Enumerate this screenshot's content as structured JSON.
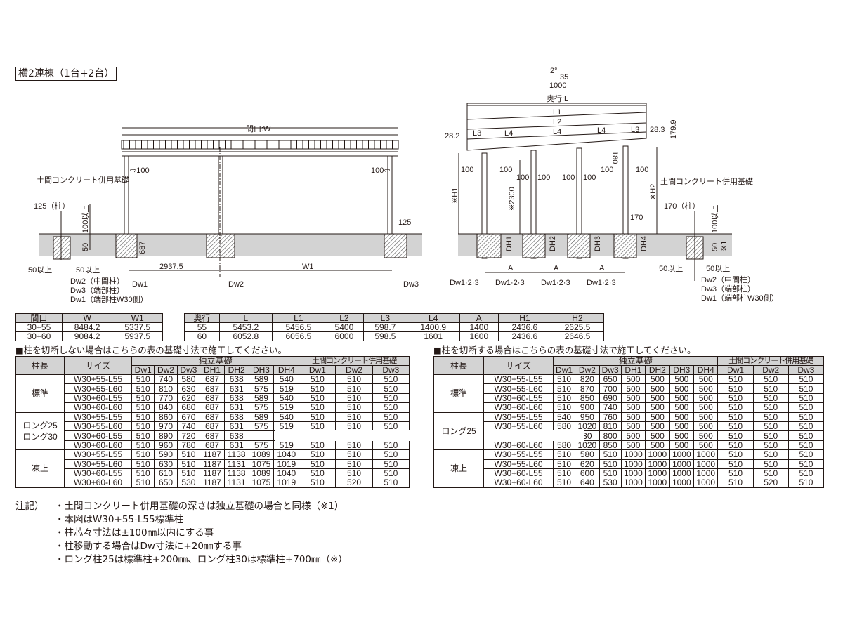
{
  "title": "横2連棟（1台+2台）",
  "front_view": {
    "width_label": "間口:W",
    "label_100_left": "⇨100",
    "label_100_right": "100⇦",
    "foundation_label": "土間コンクリート併用基礎",
    "post_125_label": "125（柱）",
    "min_100": "100以上",
    "dim_50": "50",
    "min_50_left": "50以上",
    "min_50_right": "50以上",
    "dim_687": "687",
    "dim_125": "125",
    "dim_2937": "2937.5",
    "w1": "W1",
    "dw1": "Dw1",
    "dw2": "Dw2",
    "dw3": "Dw3",
    "legend": [
      "Dw2（中間柱）",
      "Dw3（端部柱）",
      "Dw1（端部柱W30側）"
    ]
  },
  "side_view": {
    "slope_deg": "2°",
    "slope_rise": "35",
    "slope_run": "1000",
    "depth_label": "奥行:L",
    "l1": "L1",
    "l2": "L2",
    "l3": "L3",
    "l4": "L4",
    "dim_28_2": "28.2",
    "dim_28_3": "28.3",
    "dim_179_9": "179.9",
    "dim_180": "180",
    "label_100": "100",
    "h1": "※H1",
    "h2": "※H2",
    "h2300": "※2300",
    "dim_170": "170",
    "foundation_label": "土間コンクリート併用基礎",
    "post_170_label": "170（柱）",
    "min_100": "100以上",
    "dim_50": "50",
    "note1": "※1",
    "min_50_left": "50以上",
    "min_50_right": "50以上",
    "dh": [
      "DH1",
      "DH2",
      "DH3",
      "DH4"
    ],
    "a": "A",
    "dw123": "Dw1·2·3",
    "legend": [
      "Dw2（中間柱）",
      "Dw3（端部柱）",
      "Dw1（端部柱W30側）"
    ]
  },
  "width_table": {
    "headers": [
      "間口",
      "W",
      "W1"
    ],
    "rows": [
      [
        "30+55",
        "8484.2",
        "5337.5"
      ],
      [
        "30+60",
        "9084.2",
        "5937.5"
      ]
    ]
  },
  "depth_table": {
    "headers": [
      "奥行",
      "L",
      "L1",
      "L2",
      "L3",
      "L4",
      "A",
      "H1",
      "H2"
    ],
    "rows": [
      [
        "55",
        "5453.2",
        "5456.5",
        "5400",
        "598.7",
        "1400.9",
        "1400",
        "2436.6",
        "2625.5"
      ],
      [
        "60",
        "6052.8",
        "6056.5",
        "6000",
        "598.5",
        "1601",
        "1600",
        "2436.6",
        "2646.5"
      ]
    ]
  },
  "table_uncut": {
    "caption": "■柱を切断しない場合はこちらの表の基礎寸法で施工してください。",
    "h_post": "柱長",
    "h_size": "サイズ",
    "h_indep": "独立基礎",
    "h_slab": "土間コンクリート併用基礎",
    "cols": [
      "Dw1",
      "Dw2",
      "Dw3",
      "DH1",
      "DH2",
      "DH3",
      "DH4",
      "Dw1",
      "Dw2",
      "Dw3"
    ],
    "groups": [
      {
        "name": "標準",
        "rows": [
          [
            "W30+55-L55",
            "510",
            "740",
            "580",
            "687",
            "638",
            "589",
            "540",
            "510",
            "510",
            "510"
          ],
          [
            "W30+55-L60",
            "510",
            "810",
            "630",
            "687",
            "631",
            "575",
            "519",
            "510",
            "510",
            "510"
          ],
          [
            "W30+60-L55",
            "510",
            "770",
            "620",
            "687",
            "638",
            "589",
            "540",
            "510",
            "510",
            "510"
          ],
          [
            "W30+60-L60",
            "510",
            "840",
            "680",
            "687",
            "631",
            "575",
            "519",
            "510",
            "510",
            "510"
          ]
        ]
      },
      {
        "name": "ロング25\nロング30",
        "rows": [
          [
            "W30+55-L55",
            "510",
            "860",
            "670",
            "687",
            "638",
            "589",
            "540",
            "510",
            "510",
            "510"
          ],
          [
            "W30+55-L60",
            "510",
            "970",
            "740",
            "687",
            "631",
            "575",
            "519",
            "510",
            "510",
            "510"
          ],
          [
            "W30+60-L55",
            "510",
            "890",
            "720",
            "687",
            "638",
            "",
            "",
            "",
            "",
            ""
          ],
          [
            "W30+60-L60",
            "510",
            "960",
            "780",
            "687",
            "631",
            "575",
            "519",
            "510",
            "510",
            "510"
          ]
        ]
      },
      {
        "name": "凍上",
        "rows": [
          [
            "W30+55-L55",
            "510",
            "590",
            "510",
            "1187",
            "1138",
            "1089",
            "1040",
            "510",
            "510",
            "510"
          ],
          [
            "W30+55-L60",
            "510",
            "630",
            "510",
            "1187",
            "1131",
            "1075",
            "1019",
            "510",
            "510",
            "510"
          ],
          [
            "W30+60-L55",
            "510",
            "610",
            "510",
            "1187",
            "1138",
            "1089",
            "1040",
            "510",
            "510",
            "510"
          ],
          [
            "W30+60-L60",
            "510",
            "650",
            "530",
            "1187",
            "1131",
            "1075",
            "1019",
            "510",
            "520",
            "510"
          ]
        ]
      }
    ]
  },
  "table_cut": {
    "caption": "■柱を切断する場合はこちらの表の基礎寸法で施工してください。",
    "h_post": "柱長",
    "h_size": "サイズ",
    "h_indep": "独立基礎",
    "h_slab": "土間コンクリート併用基礎",
    "cols": [
      "Dw1",
      "Dw2",
      "Dw3",
      "DH1",
      "DH2",
      "DH3",
      "DH4",
      "Dw1",
      "Dw2",
      "Dw3"
    ],
    "groups": [
      {
        "name": "標準",
        "rows": [
          [
            "W30+55-L55",
            "510",
            "820",
            "650",
            "500",
            "500",
            "500",
            "500",
            "510",
            "510",
            "510"
          ],
          [
            "W30+55-L60",
            "510",
            "870",
            "700",
            "500",
            "500",
            "500",
            "500",
            "510",
            "510",
            "510"
          ],
          [
            "W30+60-L55",
            "510",
            "850",
            "690",
            "500",
            "500",
            "500",
            "500",
            "510",
            "510",
            "510"
          ],
          [
            "W30+60-L60",
            "510",
            "900",
            "740",
            "500",
            "500",
            "500",
            "500",
            "510",
            "510",
            "510"
          ]
        ]
      },
      {
        "name": "ロング25",
        "rows": [
          [
            "W30+55-L55",
            "540",
            "950",
            "760",
            "500",
            "500",
            "500",
            "500",
            "510",
            "510",
            "510"
          ],
          [
            "W30+55-L60",
            "580",
            "1020",
            "810",
            "500",
            "500",
            "500",
            "500",
            "510",
            "510",
            "510"
          ],
          [
            "",
            "",
            "30",
            "800",
            "500",
            "500",
            "500",
            "500",
            "510",
            "510",
            "510"
          ],
          [
            "W30+60-L60",
            "580",
            "1020",
            "850",
            "500",
            "500",
            "500",
            "500",
            "510",
            "510",
            "510"
          ]
        ]
      },
      {
        "name": "凍上",
        "rows": [
          [
            "W30+55-L55",
            "510",
            "580",
            "510",
            "1000",
            "1000",
            "1000",
            "1000",
            "510",
            "510",
            "510"
          ],
          [
            "W30+55-L60",
            "510",
            "620",
            "510",
            "1000",
            "1000",
            "1000",
            "1000",
            "510",
            "510",
            "510"
          ],
          [
            "W30+60-L55",
            "510",
            "600",
            "510",
            "1000",
            "1000",
            "1000",
            "1000",
            "510",
            "510",
            "510"
          ],
          [
            "W30+60-L60",
            "510",
            "640",
            "530",
            "1000",
            "1000",
            "1000",
            "1000",
            "510",
            "520",
            "510"
          ]
        ]
      }
    ]
  },
  "notes": {
    "lead": "注記）",
    "items": [
      "・土間コンクリート併用基礎の深さは独立基礎の場合と同様（※1）",
      "・本図はW30+55-L55標準柱",
      "・柱芯々寸法は±100㎜以内にする事",
      "・柱移動する場合はDw寸法に+20㎜する事",
      "・ロング柱25は標準柱+200㎜、ロング柱30は標準柱+700㎜（※）"
    ]
  }
}
